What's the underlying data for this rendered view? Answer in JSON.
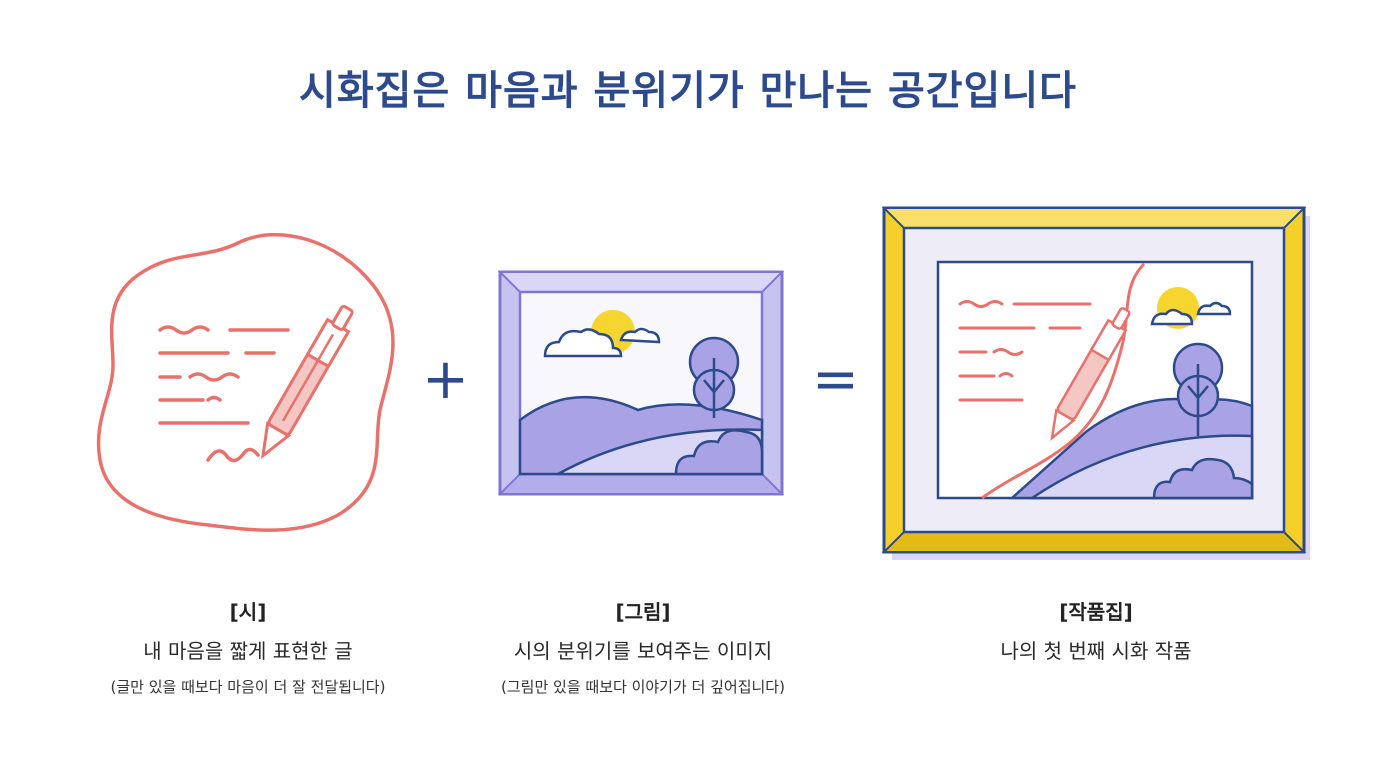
{
  "title": "시화집은 마음과 분위기가 만나는 공간입니다",
  "operators": {
    "plus": "+",
    "equals": "="
  },
  "panels": [
    {
      "icon": "poem-pen-icon",
      "title": "[시]",
      "description": "내 마음을 짧게 표현한 글",
      "note": "(글만 있을 때보다 마음이 더 잘 전달됩니다)"
    },
    {
      "icon": "landscape-frame-icon",
      "title": "[그림]",
      "description": "시의 분위기를 보여주는 이미지",
      "note": "(그림만 있을 때보다 이야기가 더 깊어집니다)"
    },
    {
      "icon": "poetry-painting-frame-icon",
      "title": "[작품집]",
      "description": "나의 첫 번째 시화 작품",
      "note": ""
    }
  ],
  "colors": {
    "title": "#2c4a8c",
    "poem": "#e8716c",
    "frame_purple": "#7f76d4",
    "fill_purple": "#a9a3e6",
    "gold": "#f5d02a",
    "navy": "#2c4a8c"
  }
}
